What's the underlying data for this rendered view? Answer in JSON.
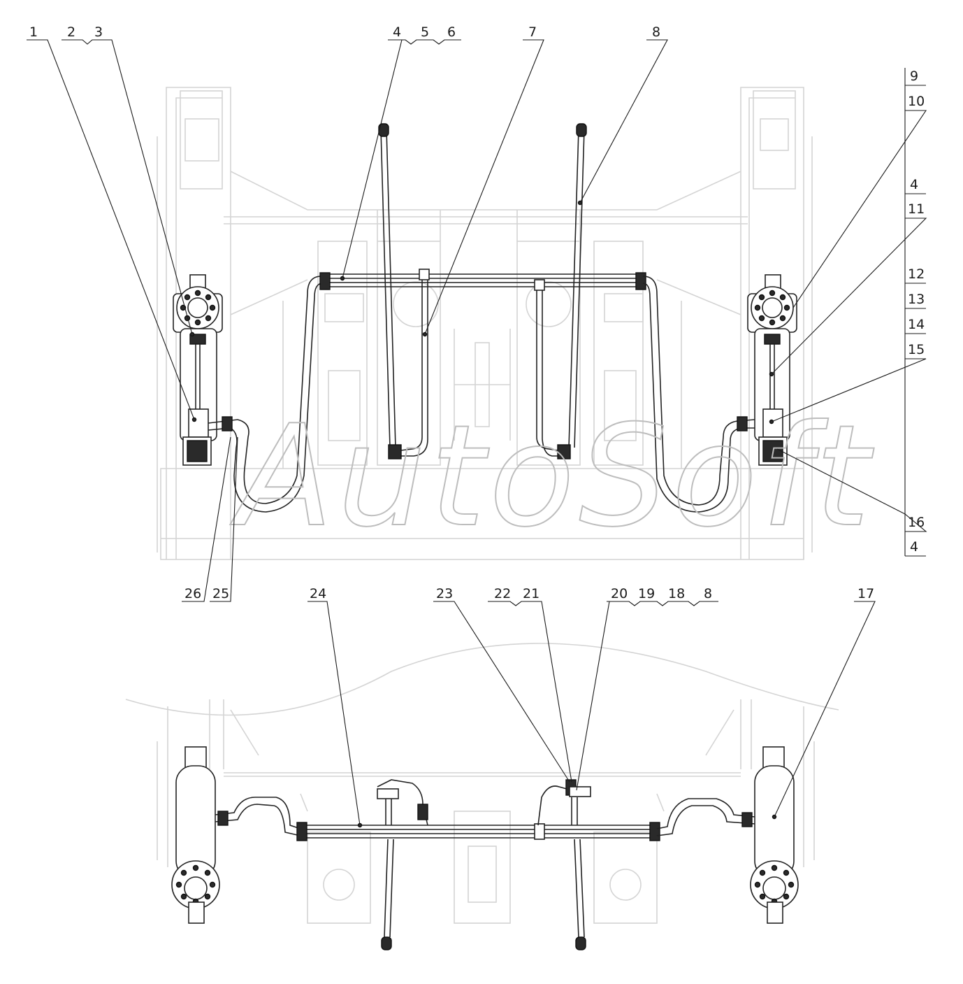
{
  "diagram": {
    "watermark": "AutoSoft",
    "callouts": {
      "c1": "1",
      "c2": "2",
      "c3": "3",
      "c4a": "4",
      "c5": "5",
      "c6": "6",
      "c7": "7",
      "c8a": "8",
      "c9": "9",
      "c10": "10",
      "c4b": "4",
      "c11": "11",
      "c12": "12",
      "c13": "13",
      "c14": "14",
      "c15": "15",
      "c16": "16",
      "c4c": "4",
      "c26": "26",
      "c25": "25",
      "c24": "24",
      "c23": "23",
      "c22": "22",
      "c21": "21",
      "c20": "20",
      "c19": "19",
      "c18": "18",
      "c8b": "8",
      "c17": "17"
    }
  }
}
